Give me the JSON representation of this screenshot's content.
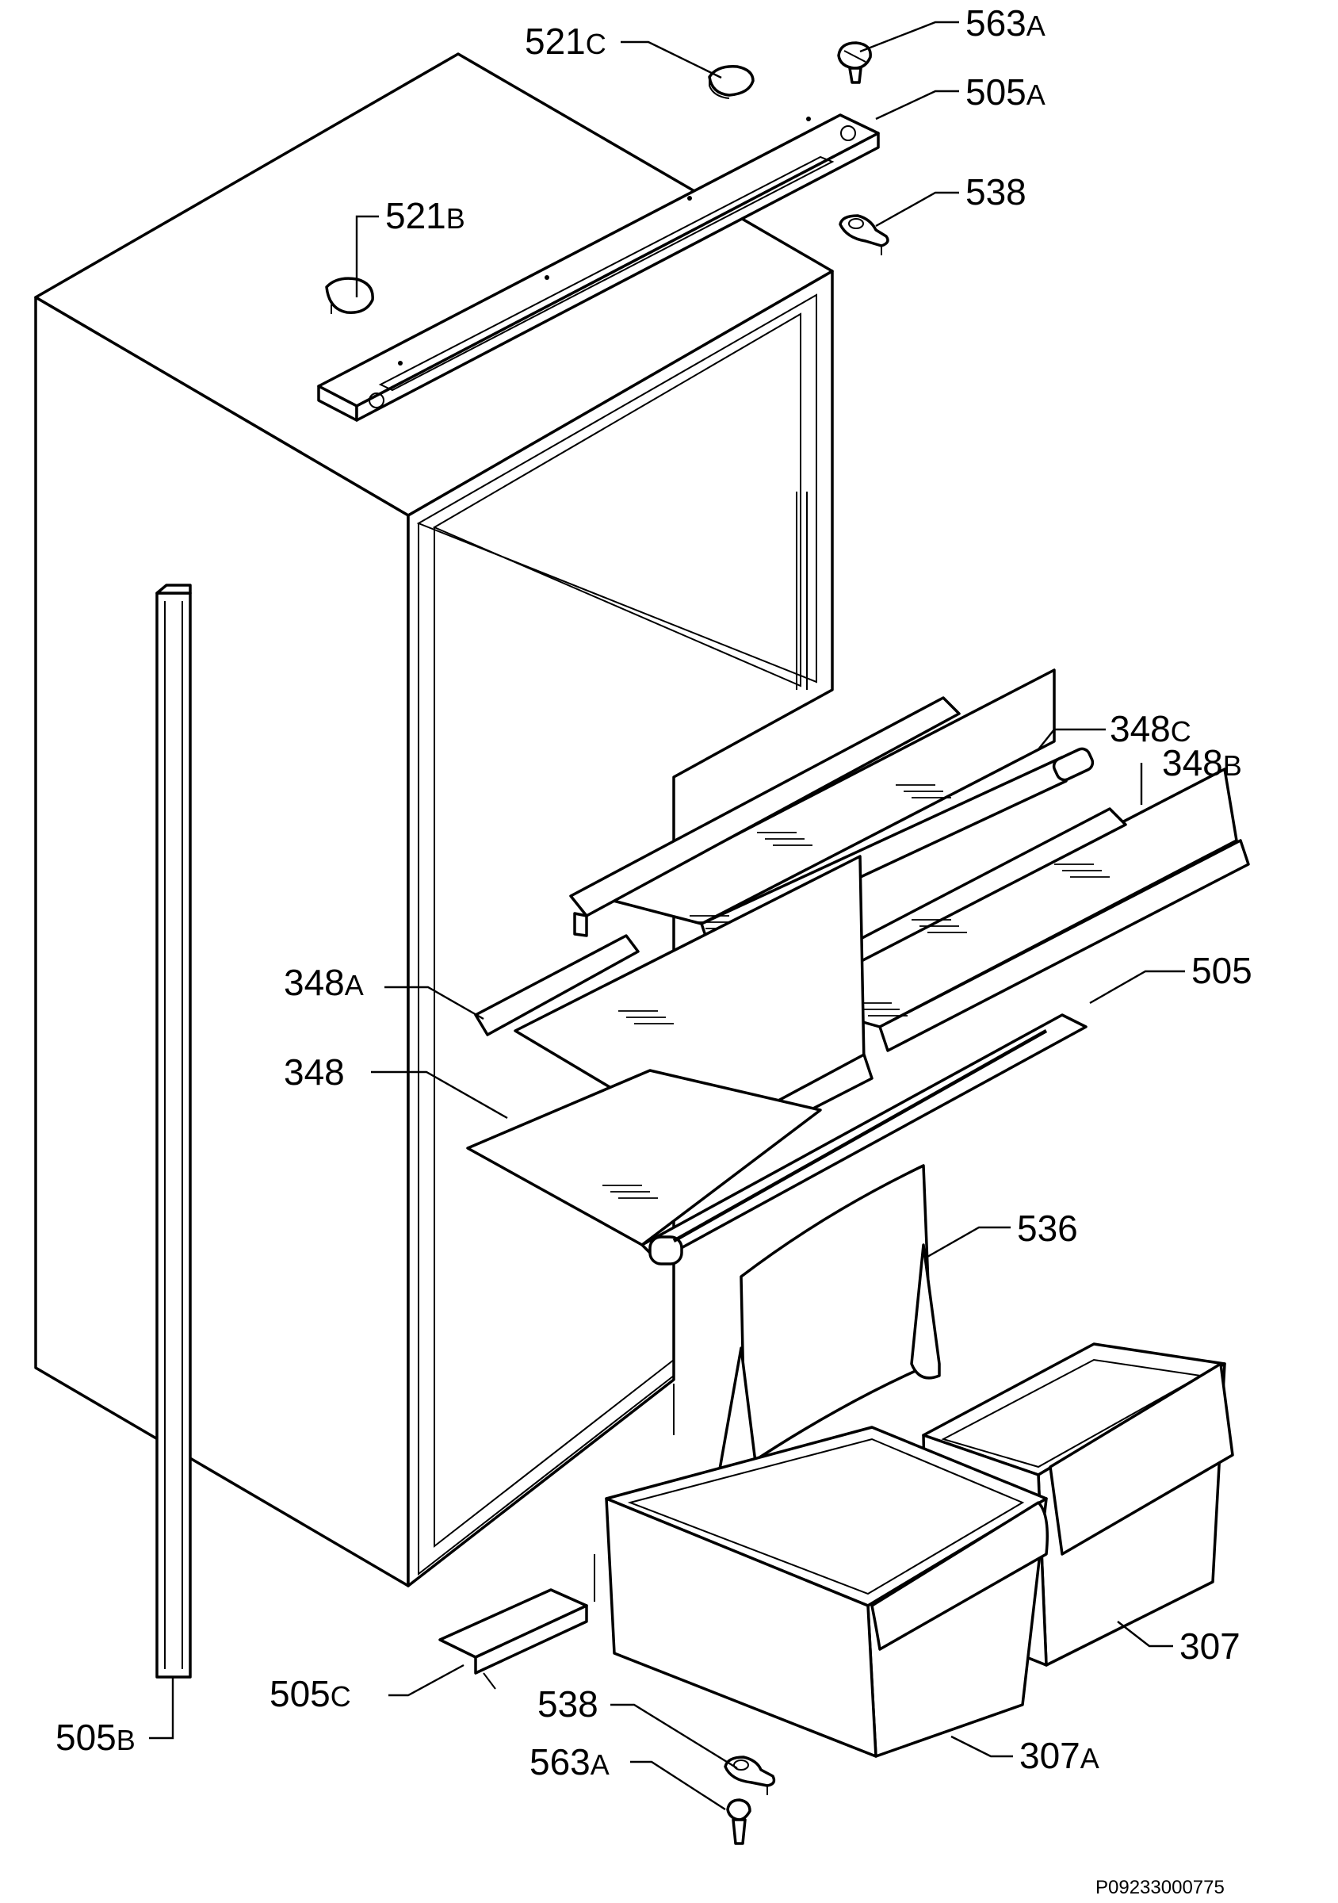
{
  "labels": {
    "l_521c": {
      "num": "521",
      "sfx": "C"
    },
    "l_563a_top": {
      "num": "563",
      "sfx": "A"
    },
    "l_505a": {
      "num": "505",
      "sfx": "A"
    },
    "l_538_top": {
      "num": "538",
      "sfx": ""
    },
    "l_521b": {
      "num": "521",
      "sfx": "B"
    },
    "l_348c": {
      "num": "348",
      "sfx": "C"
    },
    "l_348b": {
      "num": "348",
      "sfx": "B"
    },
    "l_348a": {
      "num": "348",
      "sfx": "A"
    },
    "l_505": {
      "num": "505",
      "sfx": ""
    },
    "l_348": {
      "num": "348",
      "sfx": ""
    },
    "l_536": {
      "num": "536",
      "sfx": ""
    },
    "l_307": {
      "num": "307",
      "sfx": ""
    },
    "l_505c": {
      "num": "505",
      "sfx": "C"
    },
    "l_538_bottom": {
      "num": "538",
      "sfx": ""
    },
    "l_307a": {
      "num": "307",
      "sfx": "A"
    },
    "l_563a_bottom": {
      "num": "563",
      "sfx": "A"
    },
    "l_505b": {
      "num": "505",
      "sfx": "B"
    }
  },
  "drawing_code": "P09233000775"
}
